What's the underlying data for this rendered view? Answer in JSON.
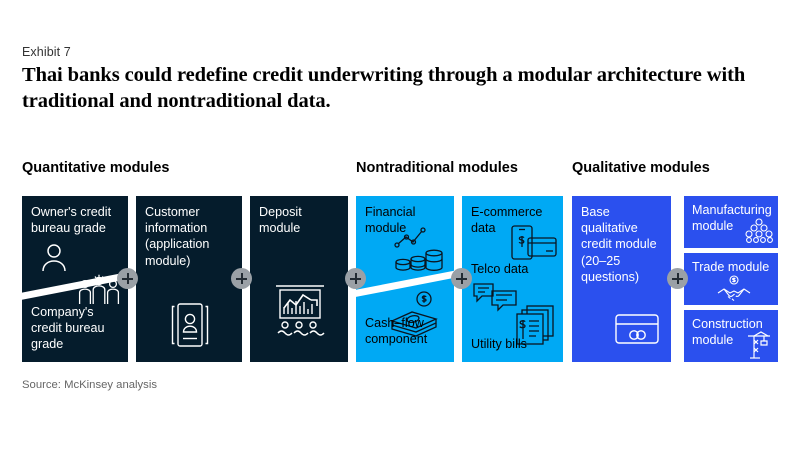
{
  "exhibit": {
    "label": "Exhibit 7",
    "headline": "Thai banks could redefine credit underwriting through a modular architecture with traditional and nontraditional data."
  },
  "colors": {
    "dark_navy": "#051C2C",
    "light_blue": "#00A9F4",
    "royal_blue": "#2B50EE",
    "connector_gray": "#9aa0a6",
    "background": "#ffffff"
  },
  "column_headings": [
    {
      "id": "quantitative",
      "label": "Quantitative modules"
    },
    {
      "id": "nontraditional",
      "label": "Nontraditional modules"
    },
    {
      "id": "qualitative",
      "label": "Qualitative modules"
    }
  ],
  "cards": {
    "owners_credit_bureau_grade": {
      "label": "Owner's credit\nbureau grade",
      "icon": "person-icon"
    },
    "companys_credit_bureau_grade": {
      "label": "Company's\ncredit bureau\ngrade",
      "icon": "people-group-icon"
    },
    "customer_information": {
      "label": "Customer\ninformation\n(application\nmodule)",
      "icon": "id-card-icon"
    },
    "deposit_module": {
      "label": "Deposit\nmodule",
      "icon": "chart-presentation-icon"
    },
    "financial_module": {
      "label": "Financial\nmodule",
      "icon": "coins-trend-icon"
    },
    "cash_flow_component": {
      "label": "Cash–flow\ncomponent",
      "icon": "cash-stack-icon"
    },
    "ecommerce_data": {
      "label": "E-commerce\ndata",
      "icon": "phone-card-icon"
    },
    "telco_data": {
      "label": "Telco data",
      "icon": "chat-bubbles-icon"
    },
    "utility_bills": {
      "label": "Utility bills",
      "icon": "invoice-stack-icon"
    },
    "base_qualitative_credit_module": {
      "label": "Base\nqualitative\ncredit module\n(20–25\nquestions)",
      "icon": "credit-card-icon"
    },
    "manufacturing_module": {
      "label": "Manufacturing\nmodule",
      "icon": "boxes-stack-icon"
    },
    "trade_module": {
      "label": "Trade module",
      "icon": "handshake-money-icon"
    },
    "construction_module": {
      "label": "Construction\nmodule",
      "icon": "crane-icon"
    }
  },
  "connectors": [
    {
      "id": "plus-1",
      "symbol": "+"
    },
    {
      "id": "plus-2",
      "symbol": "+"
    },
    {
      "id": "plus-3",
      "symbol": "+"
    },
    {
      "id": "plus-4",
      "symbol": "+"
    },
    {
      "id": "plus-5",
      "symbol": "+"
    }
  ],
  "source": {
    "text": "Source: McKinsey analysis"
  }
}
